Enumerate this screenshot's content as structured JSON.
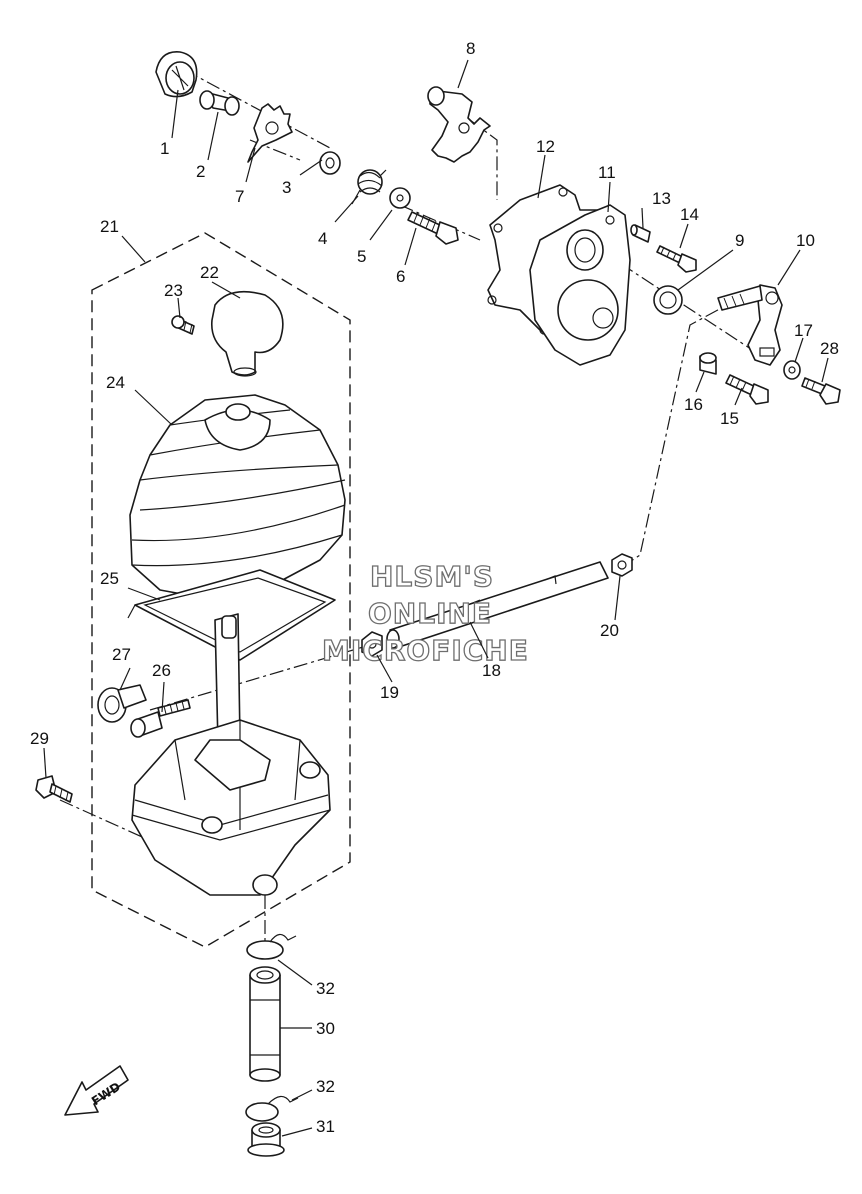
{
  "labels": {
    "n1": "1",
    "n2": "2",
    "n3": "3",
    "n4": "4",
    "n5": "5",
    "n6": "6",
    "n7": "7",
    "n8": "8",
    "n9": "9",
    "n10": "10",
    "n11": "11",
    "n12": "12",
    "n13": "13",
    "n14": "14",
    "n15": "15",
    "n16": "16",
    "n17": "17",
    "n18": "18",
    "n19": "19",
    "n20": "20",
    "n21": "21",
    "n22": "22",
    "n23": "23",
    "n24": "24",
    "n25": "25",
    "n26": "26",
    "n27": "27",
    "n28": "28",
    "n29": "29",
    "n30": "30",
    "n31": "31",
    "n32a": "32",
    "n32b": "32"
  },
  "watermark": {
    "line1": "HLSM'S",
    "line2": "ONLINE",
    "line3": "MICROFICHE"
  },
  "fwd_label": "FWD",
  "colors": {
    "ink": "#1a1a1a",
    "background": "#ffffff",
    "watermark_outline": "#6e6e6e"
  }
}
